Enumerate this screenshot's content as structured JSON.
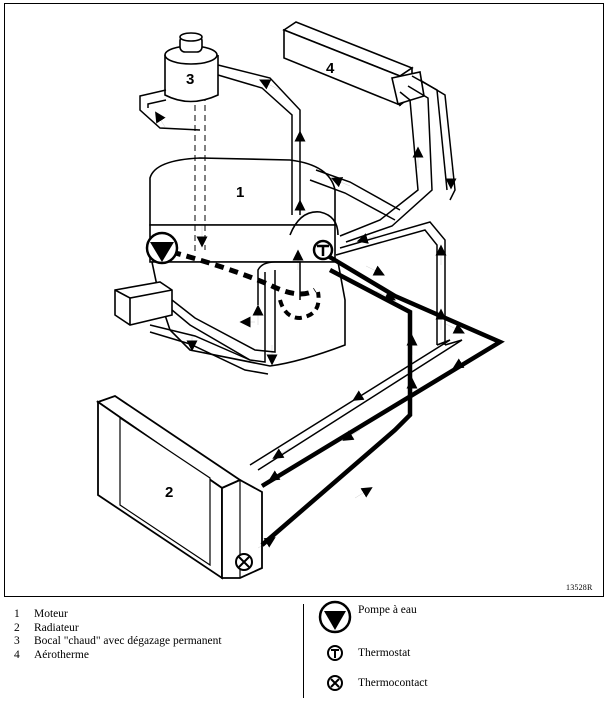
{
  "diagram": {
    "component_labels": [
      "1",
      "2",
      "3",
      "4"
    ],
    "reference_code": "13528R"
  },
  "legend": {
    "items": [
      {
        "number": "1",
        "label": "Moteur"
      },
      {
        "number": "2",
        "label": "Radiateur"
      },
      {
        "number": "3",
        "label": "Bocal \"chaud\" avec dégazage permanent"
      },
      {
        "number": "4",
        "label": "Aérotherme"
      }
    ],
    "symbols": [
      {
        "icon": "water-pump-icon",
        "label": "Pompe à eau"
      },
      {
        "icon": "thermostat-icon",
        "label": "Thermostat"
      },
      {
        "icon": "thermocontact-icon",
        "label": "Thermocontact"
      }
    ]
  }
}
